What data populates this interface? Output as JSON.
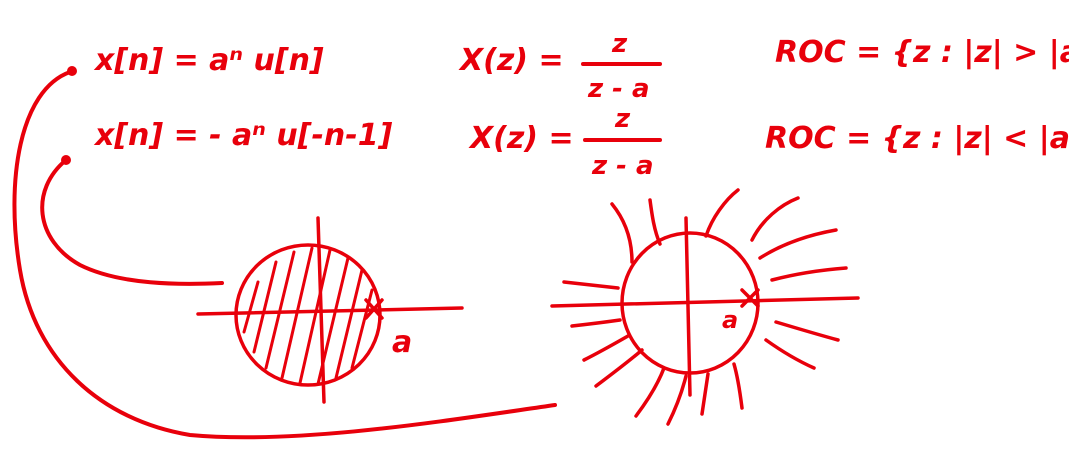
{
  "ink_color": "#e8000b",
  "equations": {
    "row1": {
      "signal": "x[n] = aⁿ u[n]",
      "transform_lhs": "X(z) =",
      "numerator": "z",
      "denominator": "z - a",
      "roc": "ROC = {z : |z| > |a|}"
    },
    "row2": {
      "signal": "x[n] = - aⁿ u[-n-1]",
      "transform_lhs": "X(z) =",
      "numerator": "z",
      "denominator": "z - a",
      "roc": "ROC = {z : |z| < |a|}"
    }
  },
  "plots": {
    "left_label": "a",
    "right_label": "a",
    "left_region": "inside",
    "right_region": "outside"
  }
}
